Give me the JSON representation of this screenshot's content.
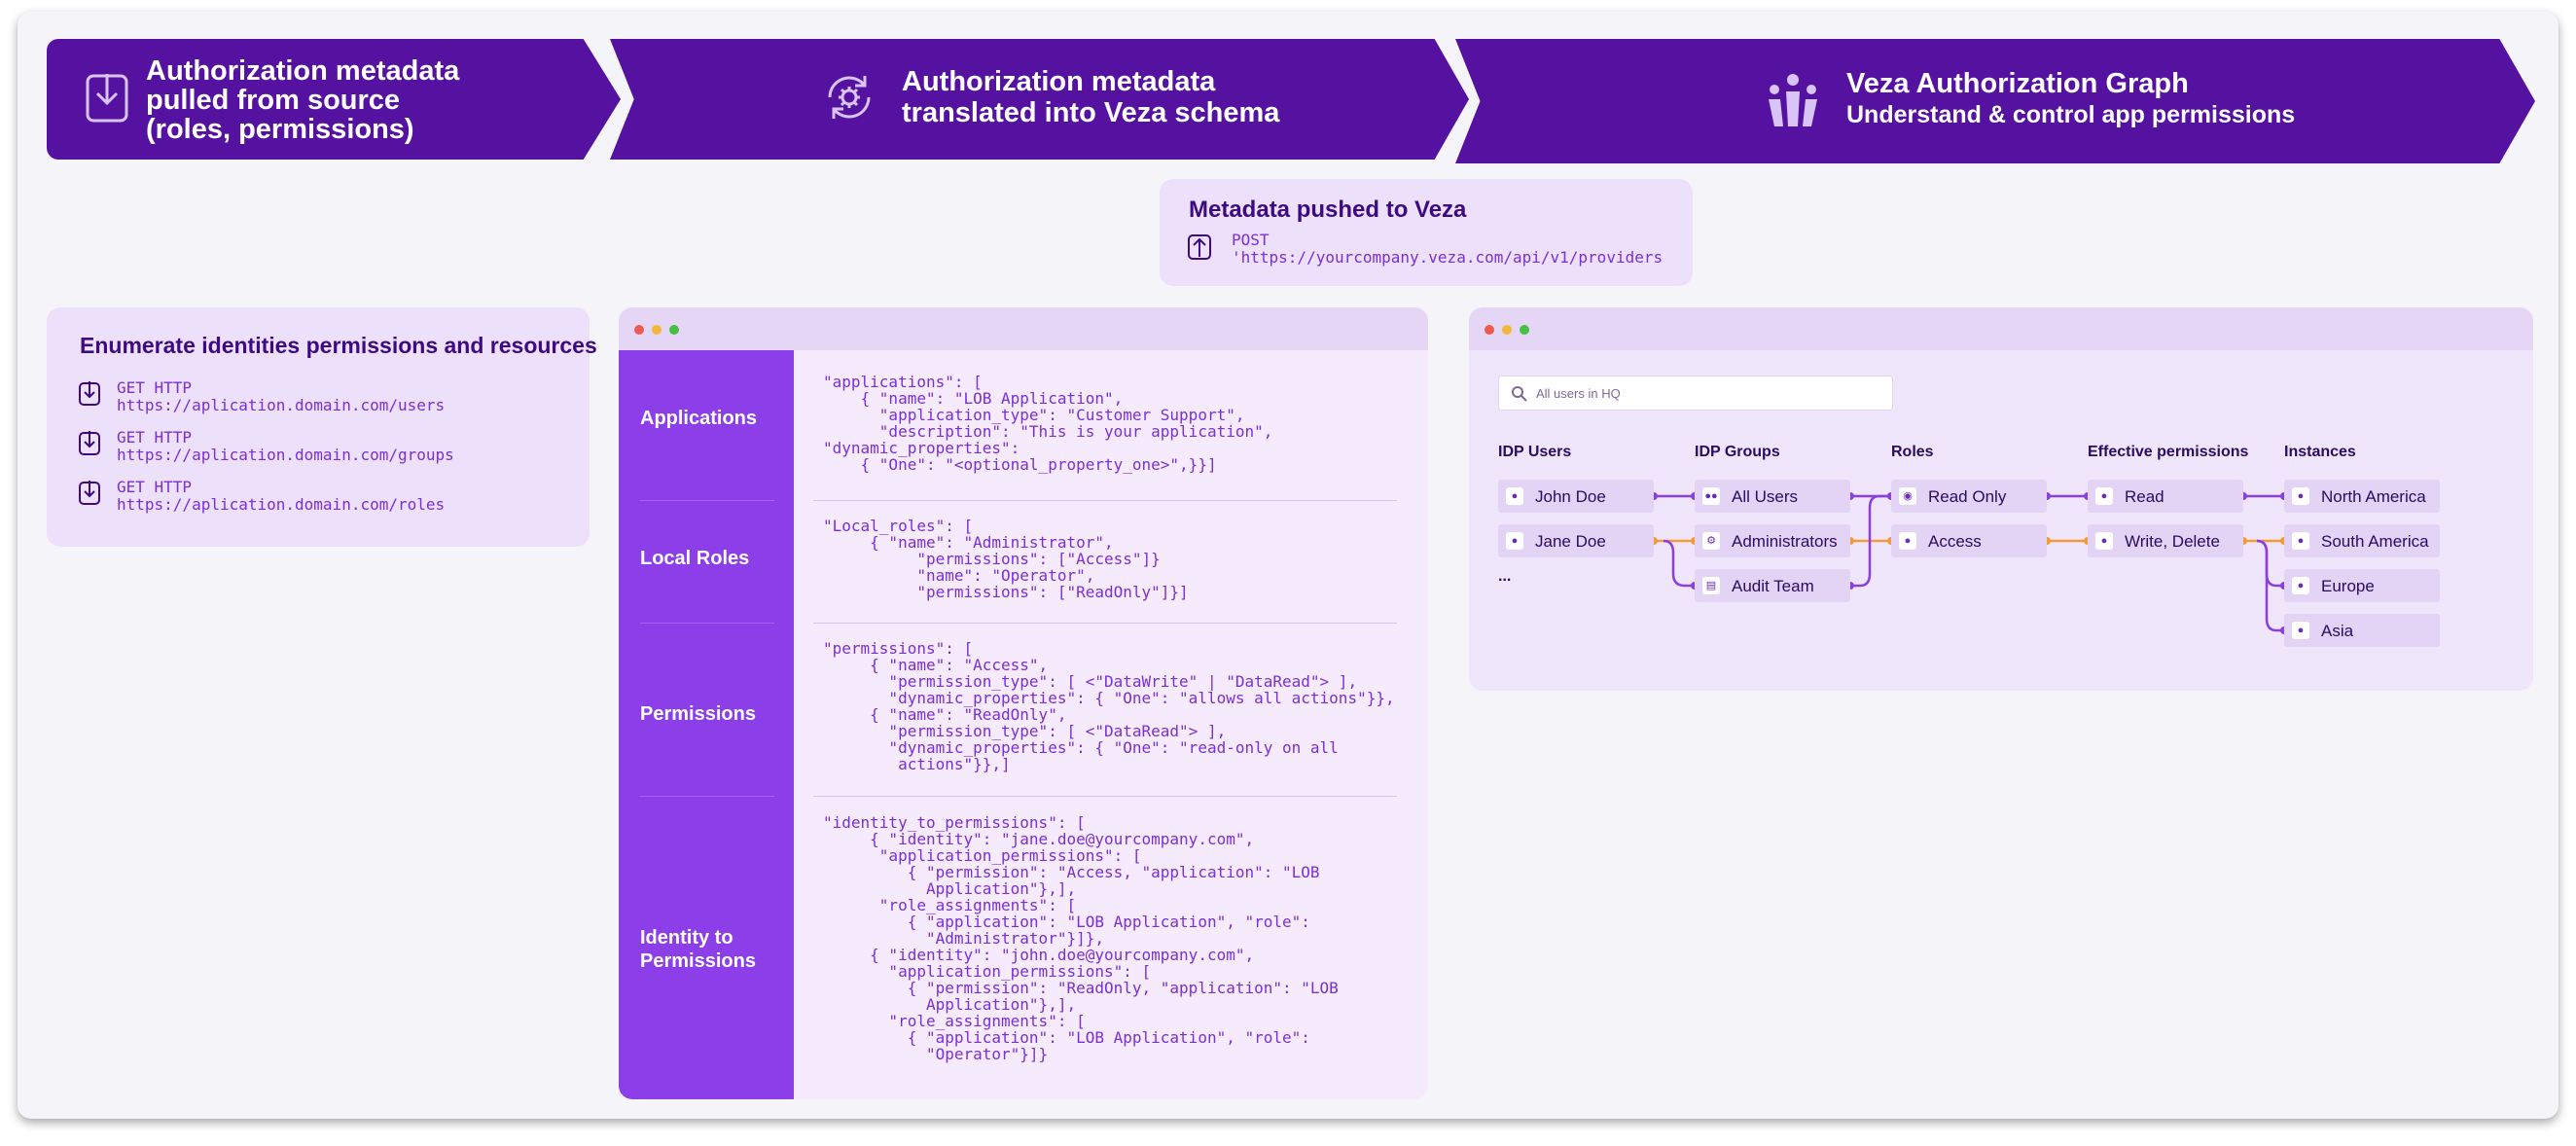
{
  "header": {
    "step1": {
      "lines": [
        "Authorization metadata",
        "pulled from source",
        "(roles, permissions)"
      ]
    },
    "step2": {
      "lines": [
        "Authorization metadata",
        "translated into Veza schema"
      ]
    },
    "step3": {
      "title": "Veza Authorization Graph",
      "subtitle": "Understand & control app permissions"
    }
  },
  "push": {
    "title": "Metadata pushed to Veza",
    "method": "POST",
    "url": "'https://yourcompany.veza.com/api/v1/providers"
  },
  "enumerate": {
    "title": "Enumerate identities permissions and resources",
    "items": [
      {
        "method": "GET HTTP",
        "url": "https://aplication.domain.com/users"
      },
      {
        "method": "GET HTTP",
        "url": "https://aplication.domain.com/groups"
      },
      {
        "method": "GET HTTP",
        "url": "https://aplication.domain.com/roles"
      }
    ]
  },
  "code_window": {
    "sections": [
      {
        "label": "Applications",
        "code": "\"applications\": [\n    { \"name\": \"LOB Application\",\n      \"application_type\": \"Customer Support\",\n      \"description\": \"This is your application\",\n\"dynamic_properties\":\n    { \"One\": \"<optional_property_one>\",}}]"
      },
      {
        "label": "Local Roles",
        "code": "\"Local_roles\": [\n     { \"name\": \"Administrator\",\n          \"permissions\": [\"Access\"]}\n          \"name\": \"Operator\",\n          \"permissions\": [\"ReadOnly\"]}]"
      },
      {
        "label": "Permissions",
        "code": "\"permissions\": [\n     { \"name\": \"Access\",\n       \"permission_type\": [ <\"DataWrite\" | \"DataRead\"> ],\n       \"dynamic_properties\": { \"One\": \"allows all actions\"}},\n     { \"name\": \"ReadOnly\",\n       \"permission_type\": [ <\"DataRead\"> ],\n       \"dynamic_properties\": { \"One\": \"read-only on all\n        actions\"}},]"
      },
      {
        "label": "Identity to\nPermissions",
        "code": "\"identity_to_permissions\": [\n     { \"identity\": \"jane.doe@yourcompany.com\",\n      \"application_permissions\": [\n         { \"permission\": \"Access, \"application\": \"LOB\n           Application\"},],\n      \"role_assignments\": [\n         { \"application\": \"LOB Application\", \"role\":\n           \"Administrator\"}]},\n     { \"identity\": \"john.doe@yourcompany.com\",\n       \"application_permissions\": [\n         { \"permission\": \"ReadOnly, \"application\": \"LOB\n           Application\"},],\n       \"role_assignments\": [\n         { \"application\": \"LOB Application\", \"role\":\n           \"Operator\"}]}"
      }
    ]
  },
  "graph": {
    "search_placeholder": "All users in HQ",
    "columns": [
      "IDP Users",
      "IDP Groups",
      "Roles",
      "Effective permissions",
      "Instances"
    ],
    "users": [
      "John Doe",
      "Jane Doe"
    ],
    "more": "...",
    "groups": [
      "All Users",
      "Administrators",
      "Audit Team"
    ],
    "roles": [
      "Read Only",
      "Access"
    ],
    "permissions": [
      "Read",
      "Write, Delete"
    ],
    "instances": [
      "North America",
      "South America",
      "Europe",
      "Asia"
    ],
    "colors": {
      "purple_edge": "#8b3fe0",
      "orange_edge": "#f39a3a",
      "header": "#5512a1"
    }
  }
}
